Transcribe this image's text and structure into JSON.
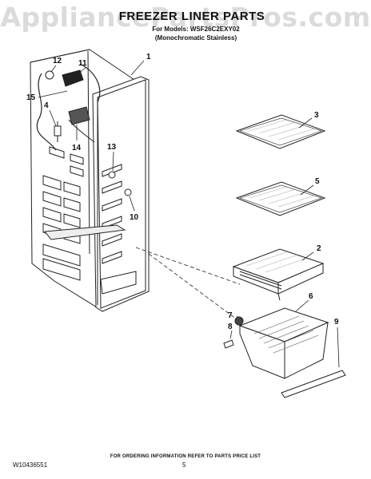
{
  "watermark": "AppliancePartsPros.com",
  "header": {
    "title": "FREEZER LINER PARTS",
    "model_line": "For Models: WSF26C2EXY02",
    "variant_line": "(Monochromatic Stainless)"
  },
  "callouts": [
    "1",
    "2",
    "3",
    "4",
    "5",
    "6",
    "7",
    "8",
    "9",
    "10",
    "11",
    "12",
    "13",
    "14",
    "15"
  ],
  "footer": {
    "note": "FOR ORDERING INFORMATION REFER TO PARTS PRICE LIST",
    "doc_number": "W10436551",
    "page": "5"
  }
}
